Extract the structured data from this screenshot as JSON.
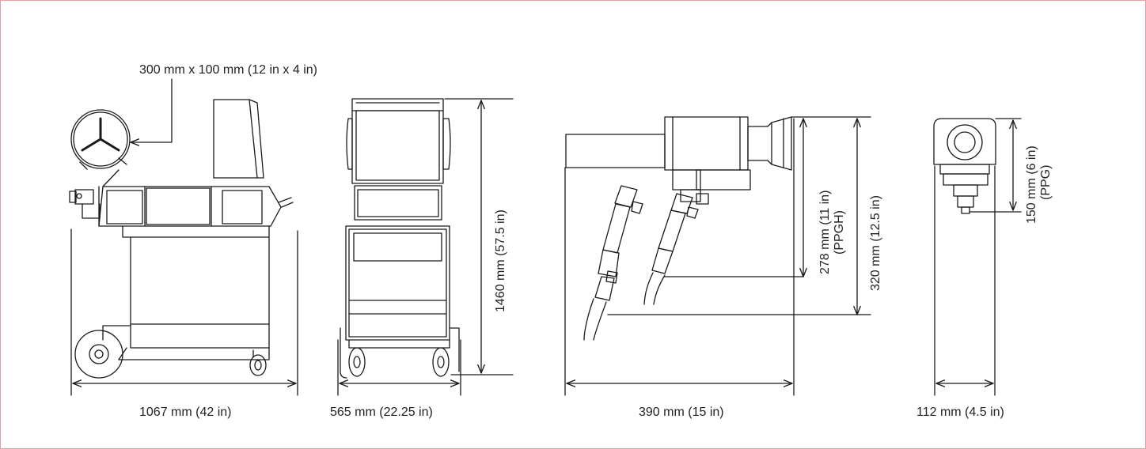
{
  "colors": {
    "frame": "#e0a0a4",
    "ink": "#1a1a1a",
    "text": "#222222"
  },
  "labels": {
    "spool": "300 mm x 100 mm (12 in x 4 in)",
    "width_machine": "1067 mm (42 in)",
    "width_front": "565 mm (22.25 in)",
    "height_machine": "1460 mm (57.5 in)",
    "width_gun": "390 mm (15 in)",
    "gun_height_ppgh_1": "278 mm (11 in)",
    "gun_height_ppgh_2": "(PPGH)",
    "gun_height_long": "320 mm (12.5 in)",
    "width_gun_front": "112 mm (4.5 in)",
    "gun_height_ppg_1": "150 mm (6 in)",
    "gun_height_ppg_2": "(PPG)"
  }
}
